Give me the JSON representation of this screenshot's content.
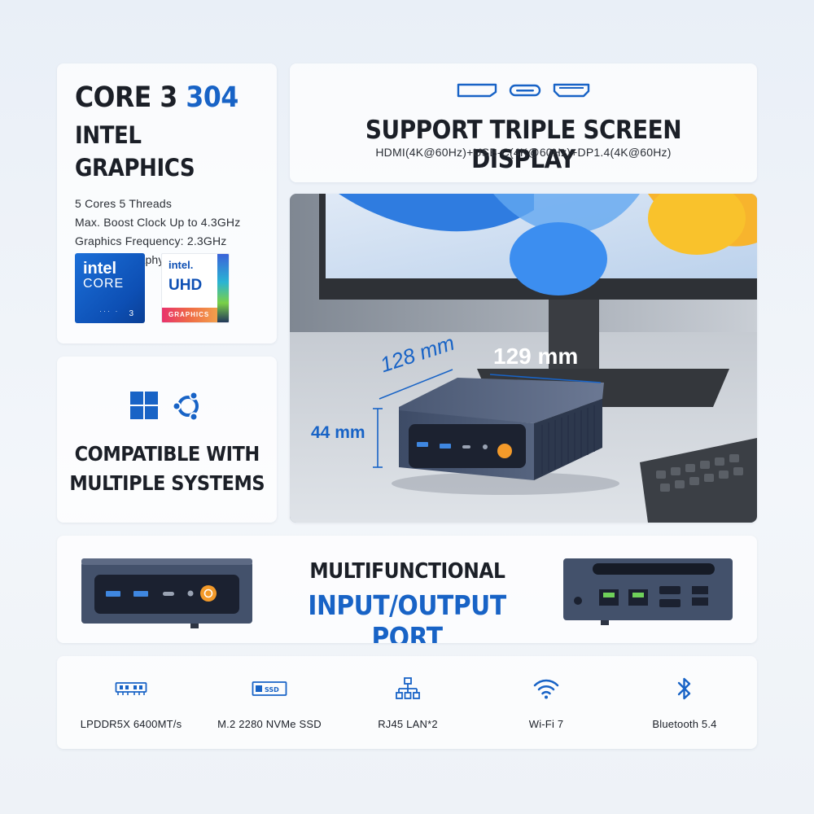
{
  "cpu": {
    "title_prefix": "CORE 3",
    "title_model": "304",
    "subtitle": "INTEL GRAPHICS",
    "specs": [
      "5 Cores 5 Threads",
      "Max. Boost Clock Up to 4.3GHz",
      "Graphics Frequency: 2.3GHz",
      "CPU Lithography: Intel 18A"
    ],
    "badge_core": {
      "brand": "intel",
      "line": "CORE",
      "tier": "3"
    },
    "badge_uhd": {
      "brand": "intel.",
      "name": "UHD",
      "strip": "GRAPHICS"
    }
  },
  "display": {
    "icons": [
      "displayport-icon",
      "usb-c-icon",
      "hdmi-icon"
    ],
    "title": "SUPPORT TRIPLE SCREEN DISPLAY",
    "subtitle": "HDMI(4K@60Hz)+USB-C(4K@60Hz)+DP1.4(4K@60Hz)"
  },
  "dimensions": {
    "depth": "128 mm",
    "width": "129 mm",
    "height": "44 mm"
  },
  "os": {
    "icons": [
      "windows-icon",
      "ubuntu-icon"
    ],
    "title_line1": "COMPATIBLE WITH",
    "title_line2": "MULTIPLE SYSTEMS"
  },
  "io": {
    "title_line1": "MULTIFUNCTIONAL",
    "title_line2": "INPUT/OUTPUT PORT"
  },
  "features": [
    {
      "icon": "memory-icon",
      "label": "LPDDR5X 6400MT/s"
    },
    {
      "icon": "ssd-icon",
      "label": "M.2 2280 NVMe SSD"
    },
    {
      "icon": "network-icon",
      "label": "RJ45 LAN*2"
    },
    {
      "icon": "wifi-icon",
      "label": "Wi-Fi 7"
    },
    {
      "icon": "bluetooth-icon",
      "label": "Bluetooth 5.4"
    }
  ],
  "colors": {
    "accent": "#1863c6",
    "text": "#1b1f27",
    "device_body": "#3d4c66",
    "power_button": "#f39a2a"
  }
}
